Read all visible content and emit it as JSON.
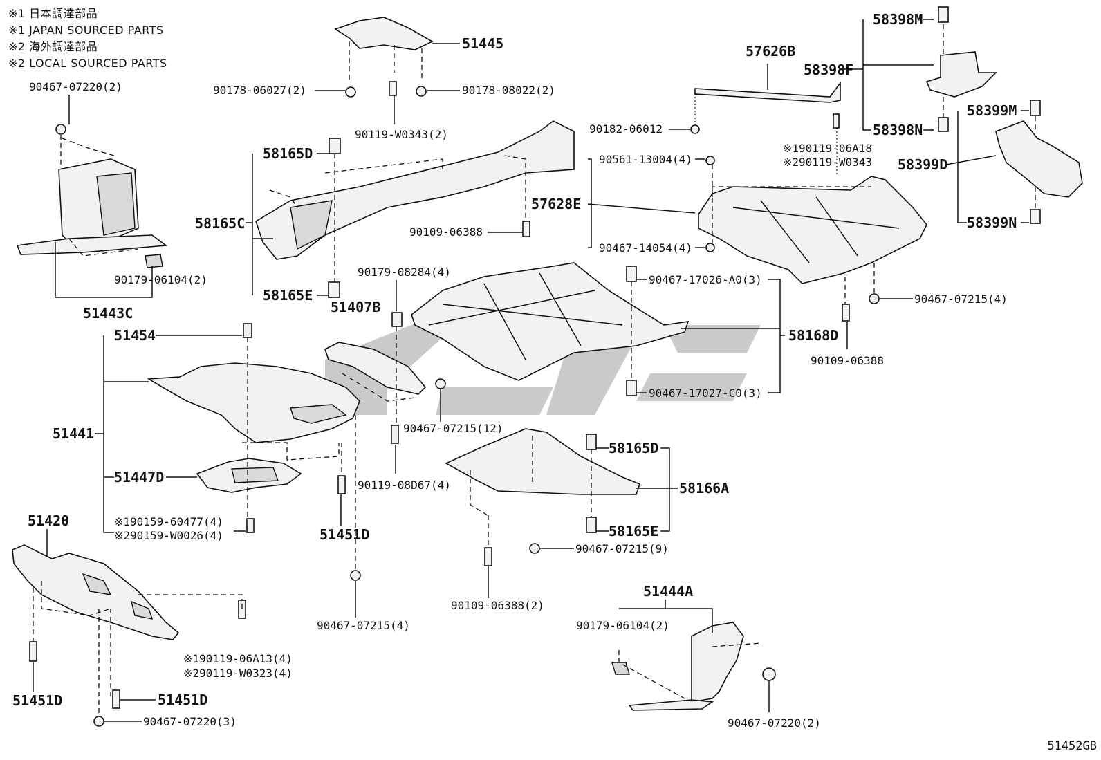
{
  "notes": [
    "※1 日本調達部品",
    "※1 JAPAN SOURCED PARTS",
    "※2 海外調達部品",
    "※2 LOCAL SOURCED PARTS"
  ],
  "figure_code": "51452GB",
  "labels": {
    "p90467_07220_2_top": "90467-07220(2)",
    "p51443C": "51443C",
    "p90179_06104_2_left": "90179-06104(2)",
    "p51445": "51445",
    "p90178_06027": "90178-06027(2)",
    "p90178_08022": "90178-08022(2)",
    "p90119_W0343": "90119-W0343(2)",
    "p58165D_top": "58165D",
    "p58165C": "58165C",
    "p58165E_top": "58165E",
    "p90109_06388_top": "90109-06388",
    "p57626B": "57626B",
    "p90182_06012": "90182-06012",
    "p90561_13004": "90561-13004(4)",
    "p57628E": "57628E",
    "p90467_14054": "90467-14054(4)",
    "p58398M": "58398M",
    "p58398F": "58398F",
    "p58398N": "58398N",
    "p190119_06A18": "※190119-06A18",
    "p290119_W0343": "※290119-W0343",
    "p58399M": "58399M",
    "p58399D": "58399D",
    "p58399N": "58399N",
    "p90179_08284": "90179-08284(4)",
    "p51407B": "51407B",
    "p90467_17026": "90467-17026-A0(3)",
    "p58168D": "58168D",
    "p90467_17027": "90467-17027-C0(3)",
    "p90467_07215_4_right": "90467-07215(4)",
    "p90109_06388_right": "90109-06388",
    "p51454": "51454",
    "p51441": "51441",
    "p51447D": "51447D",
    "p190159_60477": "※190159-60477(4)",
    "p290159_W0026": "※290159-W0026(4)",
    "p90467_07215_12": "90467-07215(12)",
    "p90119_08D67": "90119-08D67(4)",
    "p51451D_mid": "51451D",
    "p58165D_low": "58165D",
    "p58166A": "58166A",
    "p58165E_low": "58165E",
    "p90467_07215_9": "90467-07215(9)",
    "p90109_06388_2": "90109-06388(2)",
    "p51420": "51420",
    "p190119_06A13": "※190119-06A13(4)",
    "p290119_W0323": "※290119-W0323(4)",
    "p51451D_left": "51451D",
    "p51451D_low": "51451D",
    "p90467_07220_3": "90467-07220(3)",
    "p90467_07215_4_low": "90467-07215(4)",
    "p51444A": "51444A",
    "p90179_06104_2_low": "90179-06104(2)",
    "p90467_07220_2_low": "90467-07220(2)"
  }
}
